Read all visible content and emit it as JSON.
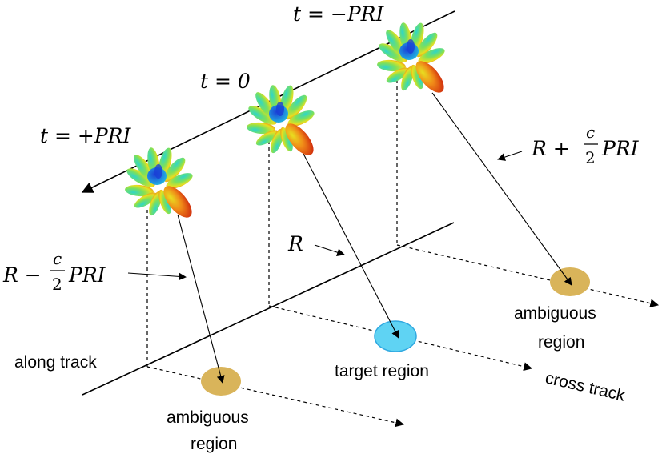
{
  "labels": {
    "t_minus": "t = −PRI",
    "t_zero": "t = 0",
    "t_plus": "t = +PRI",
    "range_plus": "R + ",
    "range_plus_frac_num": "c",
    "range_plus_frac_den": "2",
    "range_plus_suffix": "PRI",
    "range_center": "R",
    "range_minus": "R − ",
    "range_minus_frac_num": "c",
    "range_minus_frac_den": "2",
    "range_minus_suffix": "PRI",
    "along_track": "along track",
    "cross_track": "cross track",
    "target_region": "target region",
    "ambiguous_region_top_line1": "ambiguous",
    "ambiguous_region_top_line2": "region",
    "ambiguous_region_bottom_line1": "ambiguous",
    "ambiguous_region_bottom_line2": "region"
  },
  "colors": {
    "ambiguous_region": "#d9b45a",
    "target_region": "#5fd3f3",
    "target_region_edge": "#2fa8e0",
    "beam_cool": "#1a3fd6",
    "beam_mid": "#2fd6c8",
    "beam_warm": "#e8e020",
    "beam_hot": "#d21a0c"
  }
}
